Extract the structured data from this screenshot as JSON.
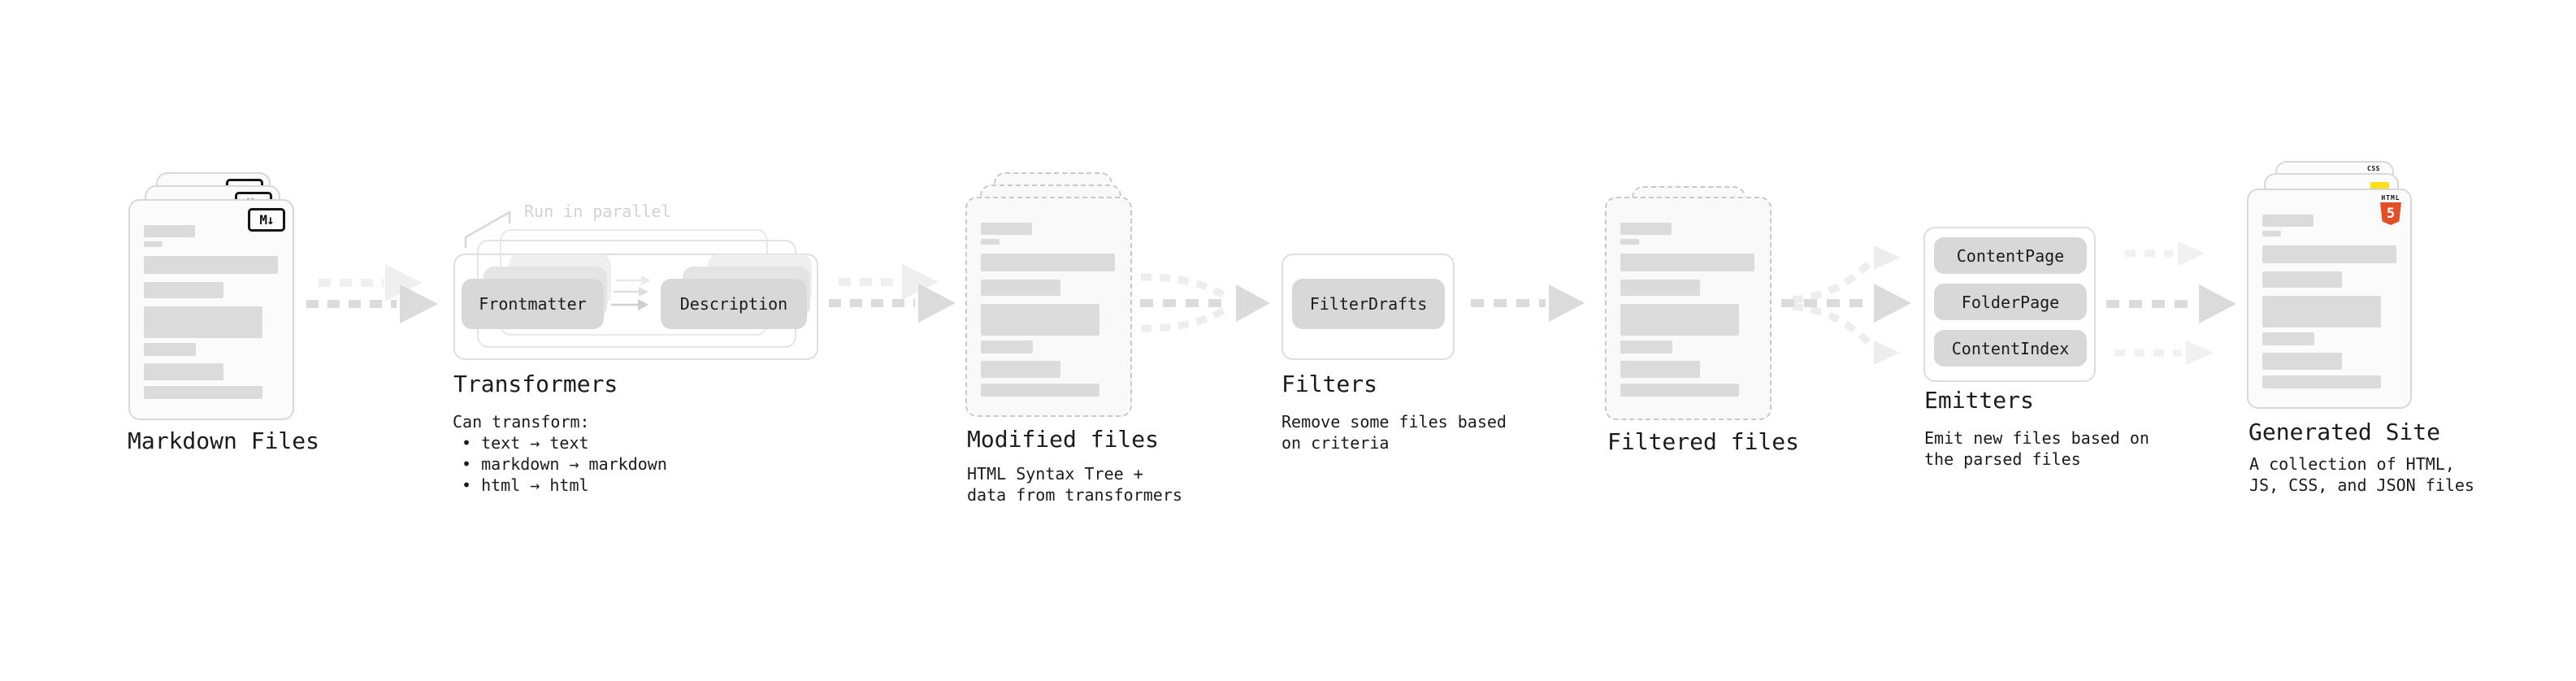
{
  "diagram": {
    "stages": [
      {
        "key": "markdown_files",
        "label": "Markdown Files"
      },
      {
        "key": "transformers",
        "label": "Transformers",
        "callout": "Run in parallel",
        "chips": [
          "Frontmatter",
          "Description"
        ],
        "description_lines": [
          "Can transform:",
          "• text → text",
          "• markdown → markdown",
          "• html → html"
        ]
      },
      {
        "key": "modified_files",
        "label": "Modified files",
        "description_lines": [
          "HTML Syntax Tree +",
          "data from transformers"
        ]
      },
      {
        "key": "filters",
        "label": "Filters",
        "chips": [
          "FilterDrafts"
        ],
        "description_lines": [
          "Remove some files based",
          "on criteria"
        ]
      },
      {
        "key": "filtered_files",
        "label": "Filtered files"
      },
      {
        "key": "emitters",
        "label": "Emitters",
        "chips": [
          "ContentPage",
          "FolderPage",
          "ContentIndex"
        ],
        "description_lines": [
          "Emit new files based on",
          "the parsed files"
        ]
      },
      {
        "key": "generated_site",
        "label": "Generated Site",
        "description_lines": [
          "A collection of HTML,",
          "JS, CSS, and JSON files"
        ]
      }
    ],
    "icons": {
      "markdown": "M↓",
      "html5_wordmark": "HTML",
      "html5_numeral": "5",
      "css_wordmark": "CSS"
    },
    "colors": {
      "html5_orange": "#e44d26",
      "js_yellow": "#ffdf1b",
      "css_blue": "#2864e8",
      "chip_fill": "#d8d8d8",
      "arrow_dark": "#dbdbdb",
      "arrow_light": "#efefef",
      "text_dark": "#1b1b1b",
      "callout_gray": "#d2d2d2"
    }
  }
}
